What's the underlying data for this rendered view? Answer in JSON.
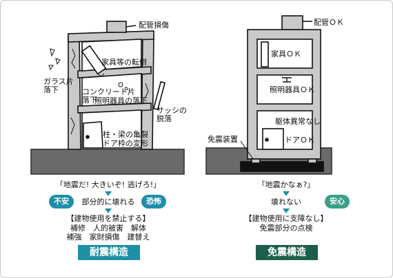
{
  "left": {
    "labels": {
      "pipe_damage": "配管損傷",
      "furniture_fall": "家具等の転倒",
      "glass_fall": "ガラス片\n落下",
      "concrete_fall": "コンクリート片\n落下",
      "lighting_fall": "照明器具の落下",
      "sash_drop": "サッシの\n脱落",
      "column_crack": "柱・梁の亀裂\nドア枠の変形"
    },
    "quote": "「地震だ! 大きいぞ! 逃げろ!」",
    "badge_left": "不安",
    "middle": "部分的に壊れる",
    "badge_right": "恐怖",
    "prohibit": "【建物使用を禁止する】",
    "consequence_1": "補修　人的被害　解体",
    "consequence_2": "補強　家財損傷　建替え",
    "banner": "耐震構造"
  },
  "right": {
    "labels": {
      "pipe_ok": "配管ＯＫ",
      "furniture_ok": "家具ＯＫ",
      "lighting_ok": "照明器具ＯＫ",
      "frame_ok": "躯体異常なし",
      "door_ok": "ドアＯＫ",
      "isolator": "免震装置"
    },
    "quote": "「地震かなぁ?」",
    "middle": "壊れない",
    "badge_right": "安心",
    "no_problem": "【建物使用に支障なし】",
    "inspection": "免震部分の点検",
    "banner": "免震構造"
  },
  "colors": {
    "teal": "#1f8fa6",
    "dark_green": "#1c5e4c",
    "badge_green": "#3aa088",
    "ground": "#6a6a6a"
  }
}
